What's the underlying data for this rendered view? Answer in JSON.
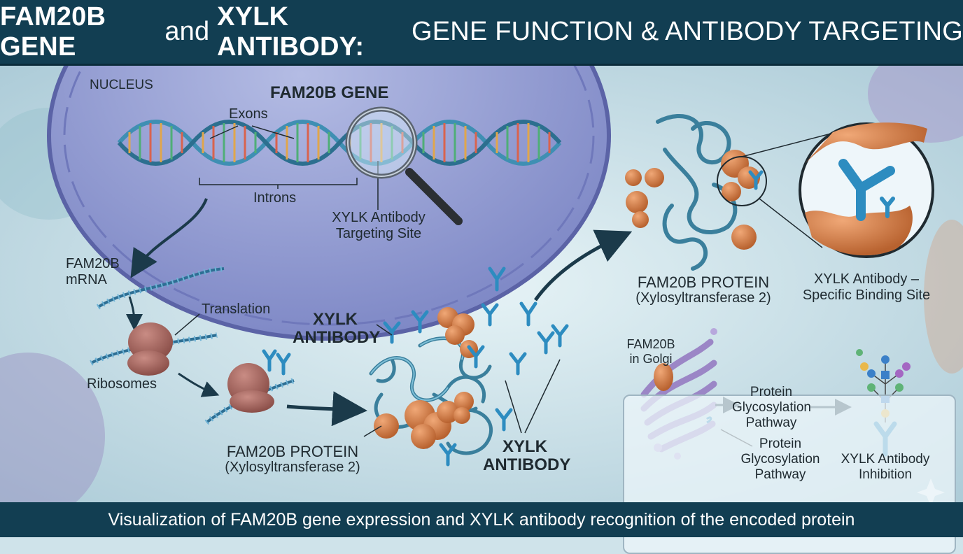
{
  "header": {
    "part1": "FAM20B GENE",
    "part2": " and ",
    "part3": "XYLK ANTIBODY:",
    "part4": " GENE FUNCTION & ANTIBODY TARGETING"
  },
  "labels": {
    "nucleus": "NUCLEUS",
    "gene_title": "FAM20B GENE",
    "exons": "Exons",
    "introns": "Introns",
    "targeting_site_line1": "XYLK Antibody",
    "targeting_site_line2": "Targeting Site",
    "mrna_line1": "FAM20B",
    "mrna_line2": "mRNA",
    "translation": "Translation",
    "ribosomes": "Ribosomes",
    "xylk_antibody_left_line1": "XYLK",
    "xylk_antibody_left_line2": "ANTIBODY",
    "protein_bottom_title": "FAM20B PROTEIN",
    "protein_bottom_sub": "(Xylosyltransferase 2)",
    "xylk_antibody_bottom_line1": "XYLK",
    "xylk_antibody_bottom_line2": "ANTIBODY",
    "protein_top_title": "FAM20B PROTEIN",
    "protein_top_sub": "(Xylosyltransferase 2)",
    "binding_site_line1": "XYLK Antibody –",
    "binding_site_line2": "Specific Binding Site"
  },
  "pathway_box": {
    "golgi_line1": "FAM20B",
    "golgi_line2": "in Golgi",
    "pathway_a_line1": "Protein",
    "pathway_a_line2": "Glycosylation",
    "pathway_a_line3": "Pathway",
    "pathway_b_line1": "Protein",
    "pathway_b_line2": "Glycosylation",
    "pathway_b_line3": "Pathway",
    "inhibition_line1": "XYLK Antibody",
    "inhibition_line2": "Inhibition"
  },
  "footer": {
    "caption": "Visualization of FAM20B gene expression and XYLK antibody recognition of the encoded protein"
  },
  "colors": {
    "header_bg": "#123e52",
    "nucleus": "#8e97cf",
    "dna": "#3f8fb3",
    "protein_ribbon": "#3a7f9c",
    "protein_globule": "#d9814a",
    "antibody": "#2d8cc0",
    "ribosome": "#a9675f",
    "golgi": "#9b86c6"
  }
}
